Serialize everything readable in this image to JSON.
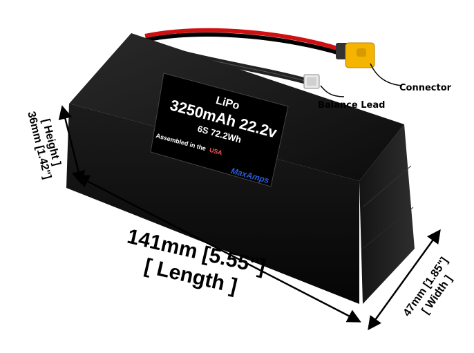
{
  "label": {
    "chemistry": "LiPo",
    "capacity_voltage": "3250mAh 22.2v",
    "config_energy": "6S 72.2Wh",
    "assembled_prefix": "Assembled in the",
    "assembled_country": "USA",
    "logo_text": "MaxAmps"
  },
  "callouts": {
    "connector": "Connector",
    "balance_lead": "Balance Lead"
  },
  "dimensions": {
    "length_value": "141mm [5.55\"]",
    "length_name": "[ Length ]",
    "width_value": "47mm [1.85\"]",
    "width_name": "[ Width ]",
    "height_value": "36mm [1.42\"]",
    "height_name": "[ Height ]"
  },
  "colors": {
    "battery_body": "#111111",
    "connector_yellow": "#f5b400",
    "wire_red": "#d01010",
    "label_blue": "#2a5bd7"
  }
}
